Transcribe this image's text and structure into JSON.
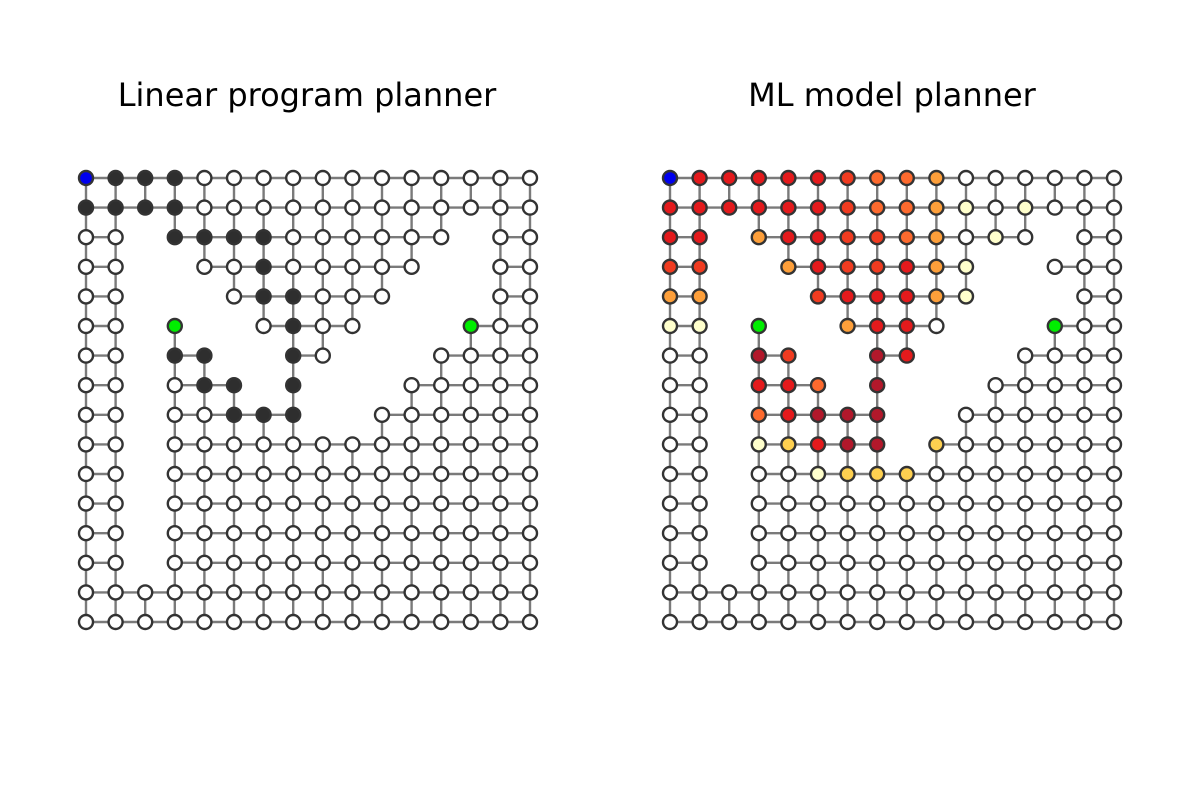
{
  "panels": [
    {
      "title": "Linear program planner",
      "grid": [
        "SPPPOOOOOOOOOOOO",
        "PPPPOOOOOOOOOOOO",
        "OO.PPPPOOOOOO.OO",
        "OO..OOPOOOOO..OO",
        "OO...OPPOOO...OO",
        "OO.G..OPOO...GOO",
        "OO.PP..PO...OOOO",
        "OO.OPP.P...OOOOO",
        "OO.OOPPP..OOOOOO",
        "OO.OOOOOOOOOOOOO",
        "OO.OOOOOOOOOOOOO",
        "OO.OOOOOOOOOOOOO",
        "OO.OOOOOOOOOOOOO",
        "OO.OOOOOOOOOOOOO",
        "OOOOOOOOOOOOOOOO",
        "OOOOOOOOOOOOOOOO"
      ]
    },
    {
      "title": "ML model planner",
      "grid": [
        "SrrrrrpoobOOOOOO",
        "rrrrrrpooblOlOOO",
        "rr.brrppobOlO.OO",
        "pp..brpprbl..OO",
        "bb...prrrbl...OO",
        "ll.G..brrO...GOO",
        "OO.ep..er...OOOO",
        "OO.rro.e...OOOOO",
        "OO.oreee..OOOOOO",
        "OO.lyree.yOOOOOO",
        "OO.OOlyyyOOOOOOO",
        "OO.OOOOOOOOOOOOO",
        "OO.OOOOOOOOOOOOO",
        "OO.OOOOOOOOOOOOO",
        "OOOOOOOOOOOOOOOO",
        "OOOOOOOOOOOOOOOO"
      ]
    }
  ],
  "node_colors": {
    "O": "#ffffff",
    "P": "#2e2e2e",
    "S": "#0000ee",
    "G": "#00ee00",
    "r": "#e41a1c",
    "e": "#b2182b",
    "p": "#f03b20",
    "o": "#fd6a2e",
    "b": "#fd9f3a",
    "y": "#fed050",
    "l": "#ffffcc"
  },
  "edge_color": "#7a7a7a",
  "node_stroke_color": "#333333"
}
